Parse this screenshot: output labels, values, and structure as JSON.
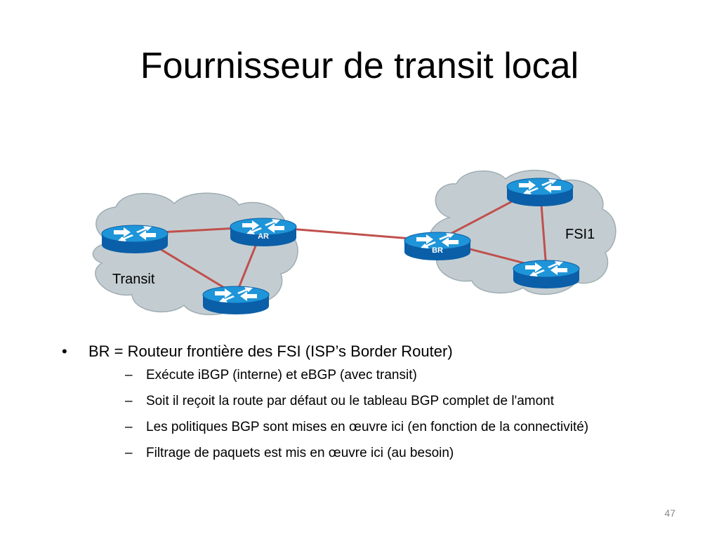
{
  "slide": {
    "title": "Fournisseur de transit local",
    "page_number": "47"
  },
  "diagram": {
    "clouds": [
      {
        "id": "transit",
        "label": "Transit"
      },
      {
        "id": "fsi1",
        "label": "FSI1"
      }
    ],
    "routers": [
      {
        "id": "t-left",
        "label": ""
      },
      {
        "id": "ar",
        "label": "AR"
      },
      {
        "id": "t-bottom",
        "label": ""
      },
      {
        "id": "br",
        "label": "BR"
      },
      {
        "id": "f-top",
        "label": ""
      },
      {
        "id": "f-bottom",
        "label": ""
      }
    ],
    "links": [
      [
        "t-left",
        "ar"
      ],
      [
        "ar",
        "t-bottom"
      ],
      [
        "t-left",
        "t-bottom"
      ],
      [
        "ar",
        "br"
      ],
      [
        "br",
        "f-top"
      ],
      [
        "f-top",
        "f-bottom"
      ],
      [
        "br",
        "f-bottom"
      ]
    ],
    "colors": {
      "cloud_fill": "#c3cdd1",
      "cloud_stroke": "#9fadb3",
      "link": "#c0504d",
      "router_top": "#1e95d8",
      "router_side": "#0b5fa8",
      "router_arrows": "#ffffff"
    }
  },
  "bullets": [
    {
      "text": "BR = Routeur frontière des FSI (ISP’s Border Router)",
      "sub": [
        "Exécute iBGP (interne) et eBGP (avec transit)",
        "Soit il reçoit la route par défaut ou le tableau BGP complet de l'amont",
        "Les politiques BGP sont mises en œuvre ici (en fonction de la connectivité)",
        "Filtrage de paquets est mis en œuvre ici (au besoin)"
      ]
    }
  ]
}
